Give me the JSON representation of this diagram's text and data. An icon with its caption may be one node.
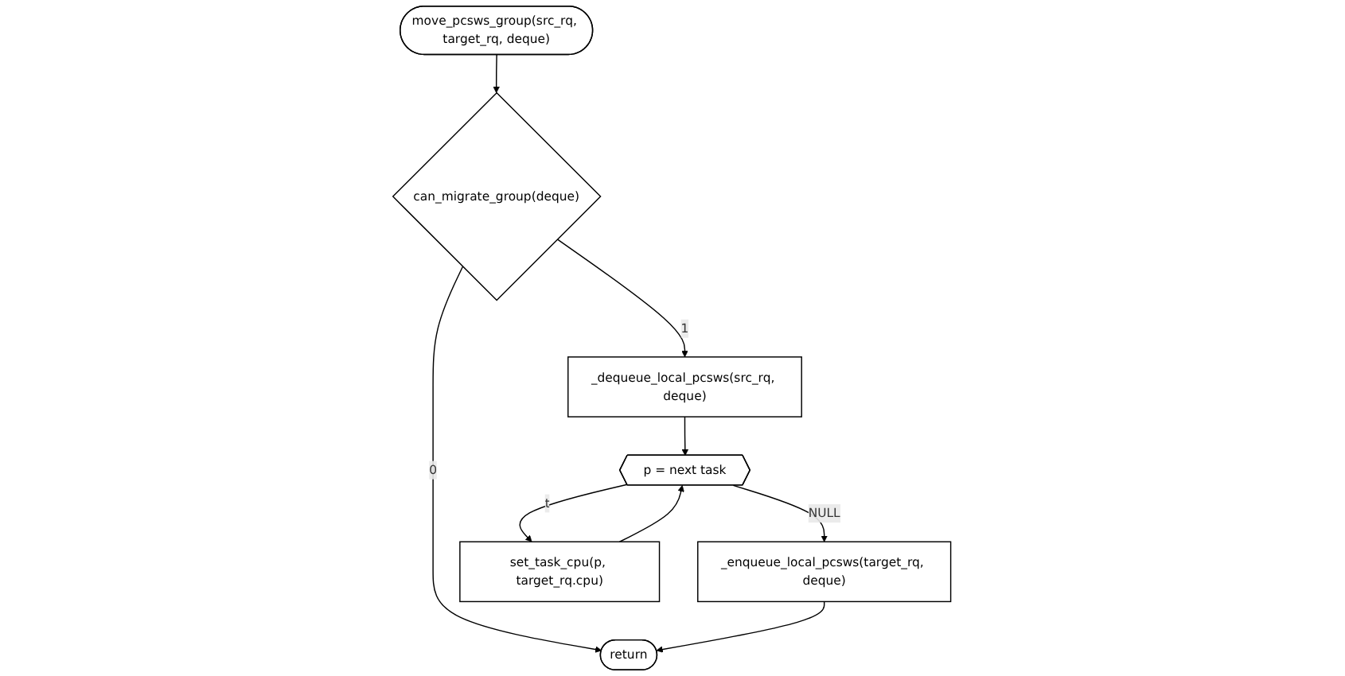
{
  "diagram": {
    "nodes": [
      {
        "text": [
          "move_pcsws_group(src_rq, target_rq, deque)"
        ]
      },
      {
        "text": [
          "can_migrate_group(deque)"
        ]
      },
      {
        "text": [
          "_dequeue_local_pcsws(src_rq, deque)"
        ]
      },
      {
        "text": [
          "p = next task"
        ]
      },
      {
        "text": [
          "_enqueue_local_pcsws(target_rq, deque)"
        ]
      },
      {
        "text": [
          "set_task_cpu(p, target_rq.cpu)"
        ]
      },
      {
        "text": [
          "return"
        ]
      }
    ],
    "edges": [
      {
        "from": 0,
        "to": 1,
        "arrow": "to"
      },
      {
        "from": 1,
        "to": 2,
        "arrow": "to",
        "label": "1"
      },
      {
        "from": 1,
        "to": 6,
        "arrow": "to",
        "label": "0"
      },
      {
        "from": 2,
        "to": 3,
        "arrow": "to"
      },
      {
        "from": 3,
        "to": 4,
        "arrow": "to",
        "label": "NULL"
      },
      {
        "from": 3,
        "to": 5,
        "arrow": "to",
        "label": "t"
      },
      {
        "from": 5,
        "to": 3,
        "arrow": "to"
      },
      {
        "from": 4,
        "to": 6,
        "arrow": "to"
      }
    ]
  }
}
